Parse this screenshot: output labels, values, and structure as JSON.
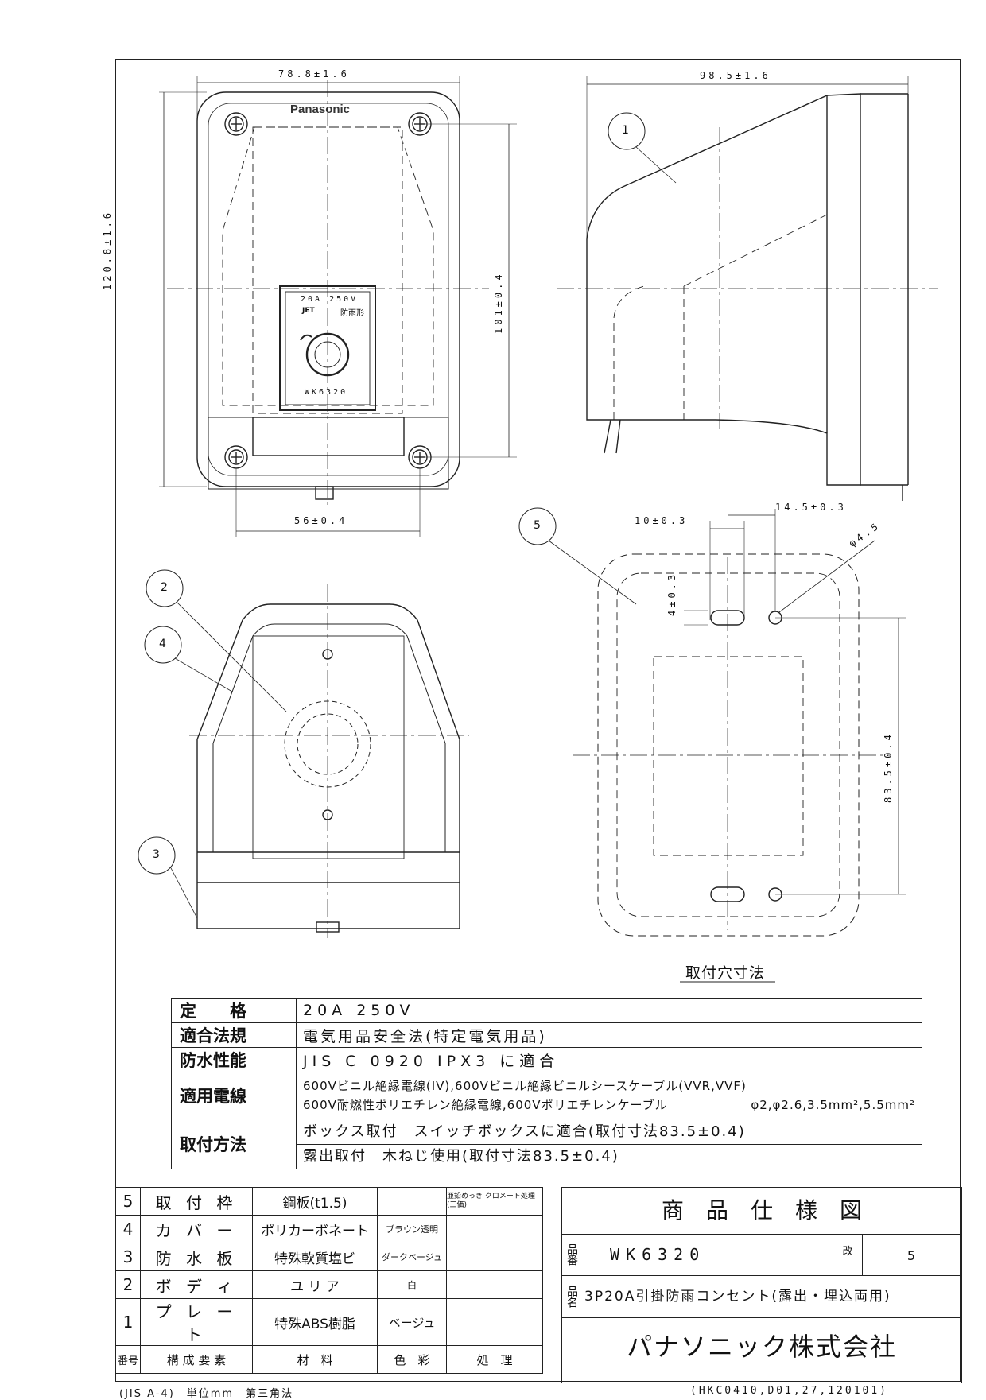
{
  "drawing": {
    "brand_label": "Panasonic",
    "dims": {
      "front_width": "78.8±1.6",
      "front_height": "120.8±1.6",
      "inner_height": "101±0.4",
      "bottom_width": "56±0.4",
      "side_depth": "98.5±1.6",
      "hole_10": "10±0.3",
      "hole_14": "14.5±0.3",
      "hole_4": "4±0.3",
      "hole_dia": "φ4.5",
      "hole_pitch": "83.5±0.4"
    },
    "nameplate": {
      "rating": "20A 250V",
      "jet": "JET",
      "rainproof": "防雨形",
      "model": "WK6320"
    },
    "callouts": [
      "1",
      "2",
      "3",
      "4",
      "5"
    ],
    "mount_caption": "取付穴寸法"
  },
  "spec": {
    "rows": [
      {
        "label": "定　　格",
        "value": "20A 250V"
      },
      {
        "label": "適合法規",
        "value": "電気用品安全法(特定電気用品)"
      },
      {
        "label": "防水性能",
        "value": "JIS C 0920 IPX3 に適合"
      },
      {
        "label": "適用電線",
        "value": "600Vビニル絶縁電線(IV),600Vビニル絶縁ビニルシースケーブル(VVR,VVF)",
        "value2": "600V耐燃性ポリエチレン絶縁電線,600Vポリエチレンケーブル",
        "value3": "φ2,φ2.6,3.5mm²,5.5mm²"
      },
      {
        "label": "取付方法",
        "value": "ボックス取付　スイッチボックスに適合(取付寸法83.5±0.4)",
        "value2": "露出取付　木ねじ使用(取付寸法83.5±0.4)"
      }
    ]
  },
  "parts": {
    "rows": [
      {
        "no": "5",
        "name": "取 付 枠",
        "material": "鋼板(t1.5)",
        "color": "",
        "treatment": "亜鉛めっき クロメート処理(三価)"
      },
      {
        "no": "4",
        "name": "カ バ ー",
        "material": "ポリカーボネート",
        "color": "ブラウン透明",
        "treatment": ""
      },
      {
        "no": "3",
        "name": "防 水 板",
        "material": "特殊軟質塩ビ",
        "color": "ダークベージュ",
        "treatment": ""
      },
      {
        "no": "2",
        "name": "ボ デ ィ",
        "material": "ユ リ ア",
        "color": "白",
        "treatment": ""
      },
      {
        "no": "1",
        "name": "プ レ ー ト",
        "material": "特殊ABS樹脂",
        "color": "ベージュ",
        "treatment": ""
      }
    ],
    "header": {
      "no": "番号",
      "name": "構 成 要 素",
      "material": "材　料",
      "color": "色　彩",
      "treatment": "処　理"
    }
  },
  "title_block": {
    "title": "商　品　仕　様　図",
    "part_no_label": "品番",
    "part_no": "WK6320",
    "rev_label": "改",
    "rev": "5",
    "name_label": "品名",
    "name": "3P20A引掛防雨コンセント(露出・埋込両用)",
    "company": "パナソニック株式会社"
  },
  "footer": {
    "left": "(JIS A-4)　単位mm　第三角法",
    "right": "(HKC0410,D01,27,120101)"
  }
}
